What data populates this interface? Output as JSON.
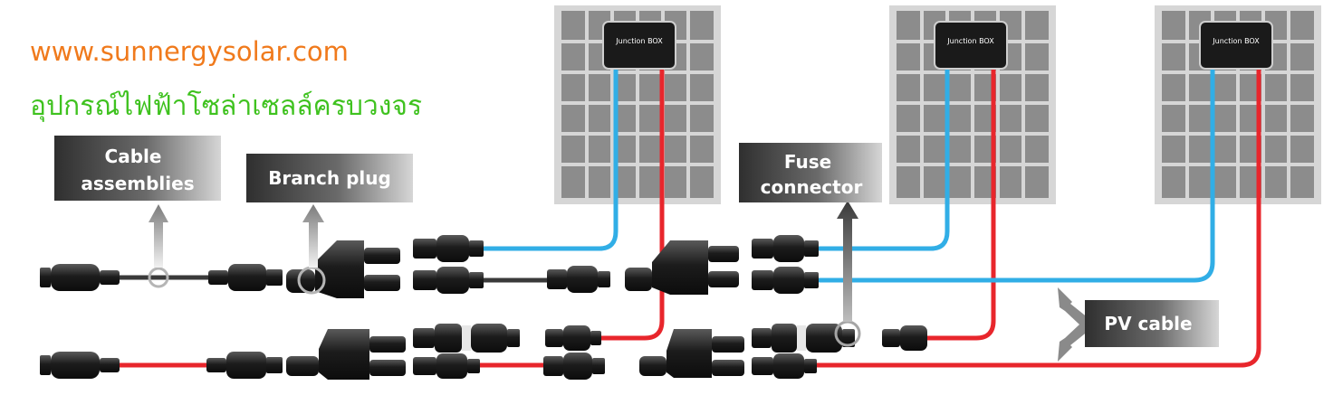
{
  "website": "www.sunnergysolar.com",
  "tagline": "อุปกรณ์ไฟฟ้าโซล่าเซลล์ครบวงจร",
  "labels": {
    "cable_assemblies_1": "Cable",
    "cable_assemblies_2": "assemblies",
    "branch_plug": "Branch plug",
    "fuse_connector_1": "Fuse",
    "fuse_connector_2": "connector",
    "pv_cable": "PV cable"
  },
  "junction_box": "Junction BOX",
  "colors": {
    "positive_cable": "#e8262c",
    "negative_cable": "#31aee6",
    "website_text": "#f07a1c",
    "tagline_text": "#3fc21f"
  }
}
